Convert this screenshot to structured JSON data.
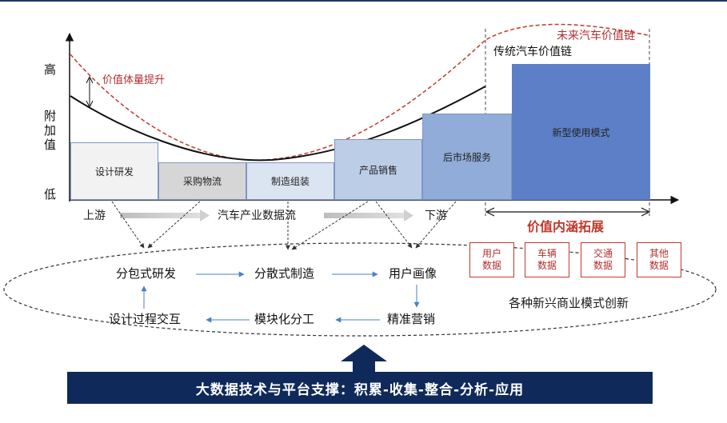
{
  "y_axis": {
    "high": "高",
    "mid": [
      "附",
      "加",
      "值"
    ],
    "low": "低"
  },
  "curves": {
    "value_increase_label": "价值体量提升",
    "future_chain_label": "未来汽车价值链",
    "traditional_chain_label": "传统汽车价值链"
  },
  "stages": [
    {
      "label": "设计研发",
      "color": "#f2f2f2"
    },
    {
      "label": "采购物流",
      "color": "#d6d6d6"
    },
    {
      "label": "制造组装",
      "color": "#dbe4f1"
    },
    {
      "label": "产品销售",
      "color": "#bccde8"
    },
    {
      "label": "后市场服务",
      "color": "#91acd9"
    },
    {
      "label": "新型使用模式",
      "color": "#5c7fc7"
    }
  ],
  "stream": {
    "upstream": "上游",
    "data_flow": "汽车产业数据流",
    "downstream": "下游"
  },
  "value_expansion": {
    "title": "价值内涵拓展",
    "data_boxes": [
      {
        "line1": "用户",
        "line2": "数据"
      },
      {
        "line1": "车辆",
        "line2": "数据"
      },
      {
        "line1": "交通",
        "line2": "数据"
      },
      {
        "line1": "其他",
        "line2": "数据"
      }
    ],
    "new_models": "各种新兴商业模式创新"
  },
  "loop": {
    "outsourced_rd": "分包式研发",
    "distributed_mfg": "分散式制造",
    "user_profile": "用户画像",
    "precision_marketing": "精准营销",
    "modular_division": "模块化分工",
    "design_interaction": "设计过程交互"
  },
  "banner": "大数据技术与平台支撑：积累-收集-整合-分析-应用",
  "colors": {
    "accent_red": "#c0392b",
    "navy": "#0f2a5a",
    "block_blue": "#5c7fc7"
  }
}
